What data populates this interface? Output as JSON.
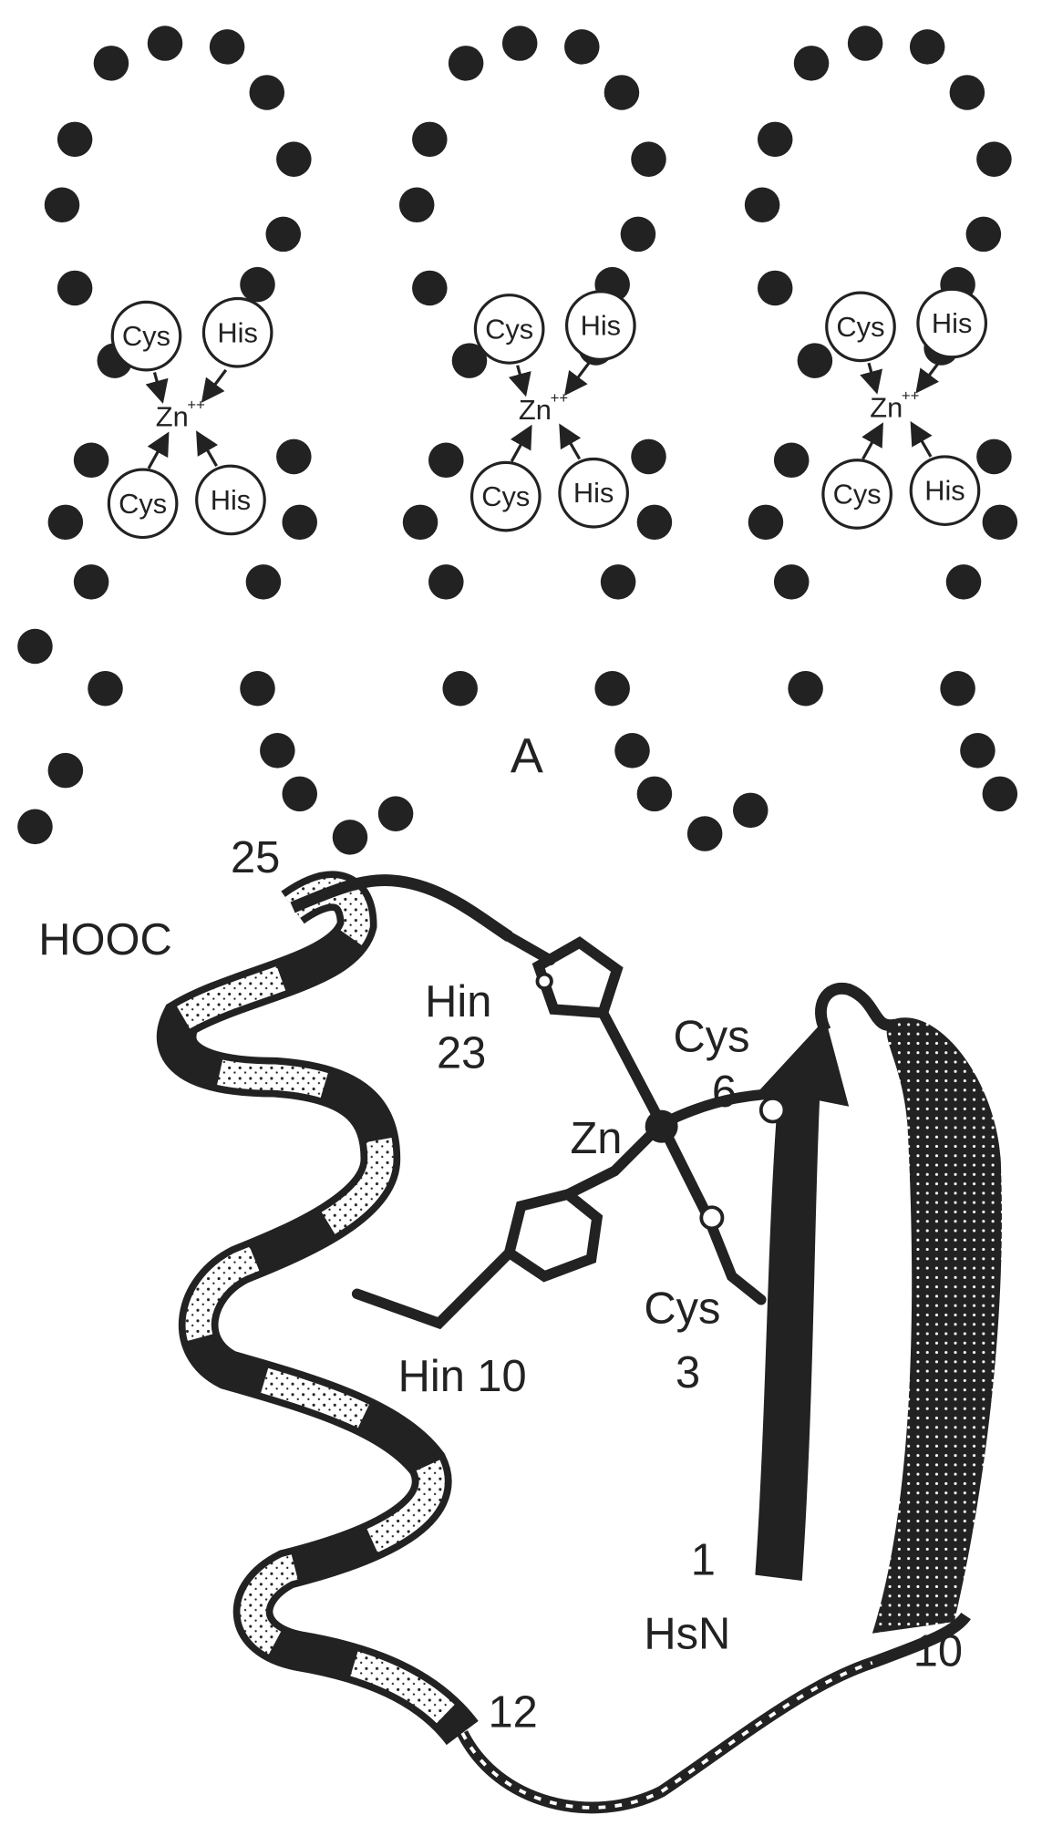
{
  "colors": {
    "ink": "#222222",
    "background": "#ffffff"
  },
  "panel_a": {
    "label": "A",
    "fingers": [
      {
        "cys_top": "Cys",
        "his_top": "His",
        "zn": "Zn",
        "zn_charge": "++",
        "cys_bottom": "Cys",
        "his_bottom": "His"
      },
      {
        "cys_top": "Cys",
        "his_top": "His",
        "zn": "Zn",
        "zn_charge": "++",
        "cys_bottom": "Cys",
        "his_bottom": "His"
      },
      {
        "cys_top": "Cys",
        "his_top": "His",
        "zn": "Zn",
        "zn_charge": "++",
        "cys_bottom": "Cys",
        "his_bottom": "His"
      }
    ]
  },
  "panel_b": {
    "labels": {
      "res25": "25",
      "hooc": "HOOC",
      "hin23_name": "Hin",
      "hin23_num": "23",
      "cys6_name": "Cys",
      "cys6_num": "6",
      "zn": "Zn",
      "cys3_name": "Cys",
      "cys3_num": "3",
      "hin10": "Hin 10",
      "res1": "1",
      "hsn": "HsN",
      "res10": "10",
      "res12": "12"
    }
  }
}
